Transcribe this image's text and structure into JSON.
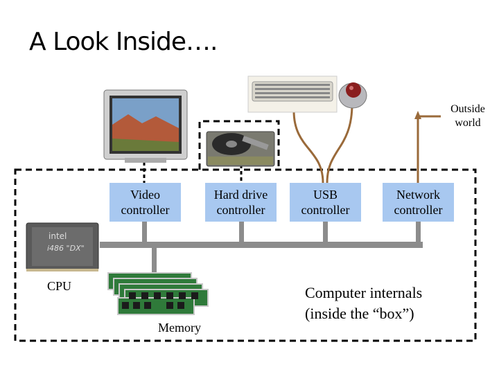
{
  "title": "A Look Inside….",
  "outside_world": [
    "Outside",
    "world"
  ],
  "controllers": {
    "video": [
      "Video",
      "controller"
    ],
    "hard_drive": [
      "Hard drive",
      "controller"
    ],
    "usb": [
      "USB",
      "controller"
    ],
    "network": [
      "Network",
      "controller"
    ]
  },
  "cpu_label": "CPU",
  "memory_label": "Memory",
  "caption": [
    "Computer internals",
    "(inside the “box”)"
  ],
  "colors": {
    "controller_fill": "#a8c8f0",
    "bus": "#8c8c8c",
    "usb_cable": "#9a6a3a"
  }
}
